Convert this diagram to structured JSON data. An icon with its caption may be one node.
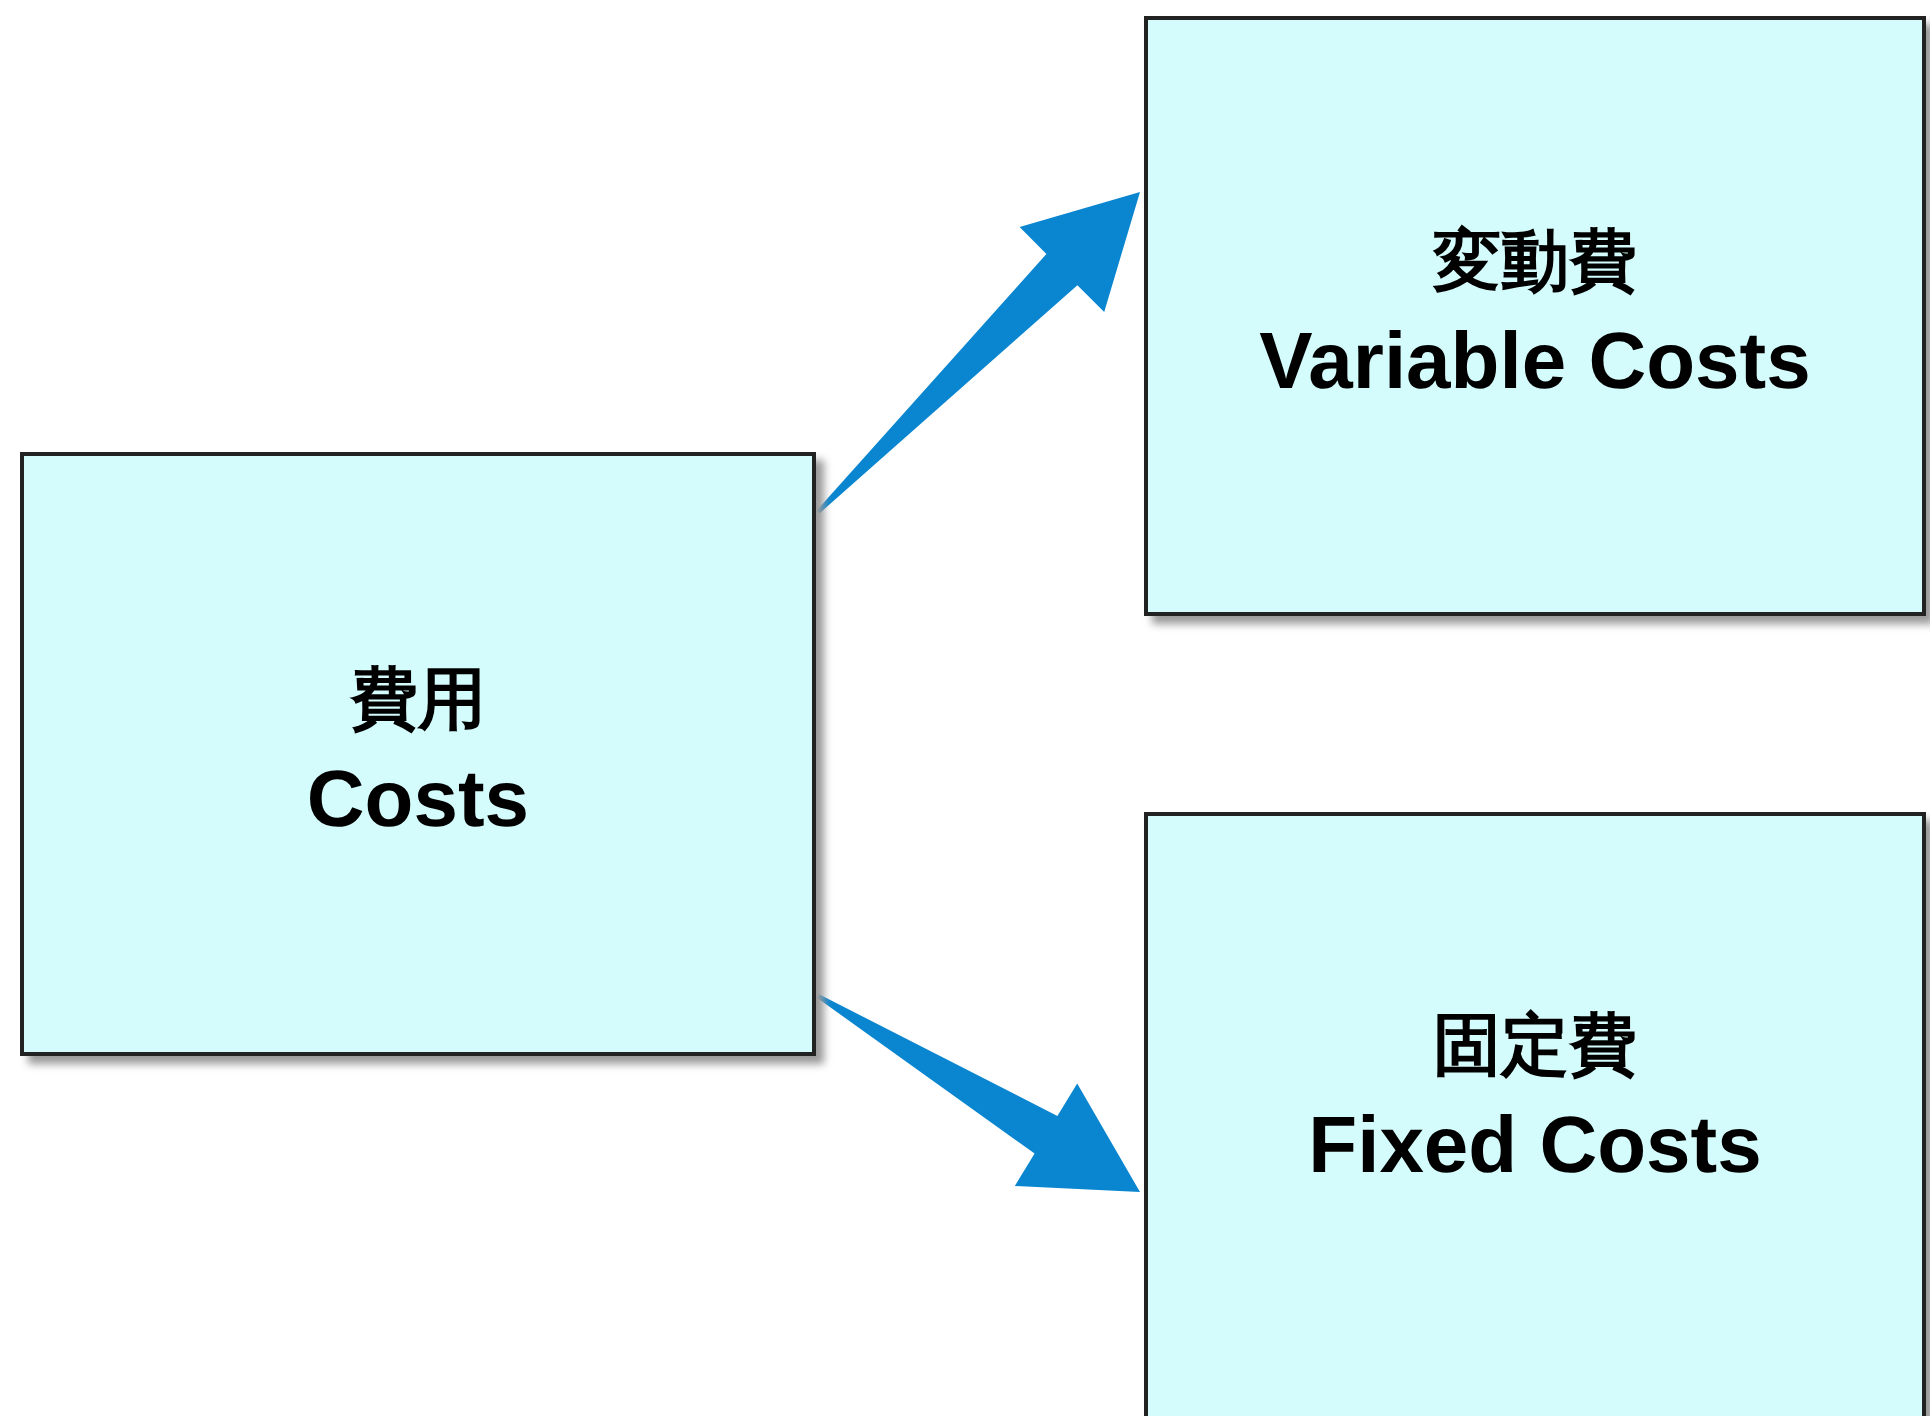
{
  "diagram": {
    "nodes": [
      {
        "text": [
          "費用",
          "Costs"
        ]
      },
      {
        "text": [
          "変動費",
          "Variable Costs"
        ]
      },
      {
        "text": [
          "固定費",
          "Fixed Costs"
        ]
      }
    ],
    "edges": [
      {
        "from": 0,
        "to": 1,
        "arrow": "to"
      },
      {
        "from": 0,
        "to": 2,
        "arrow": "to"
      }
    ]
  }
}
